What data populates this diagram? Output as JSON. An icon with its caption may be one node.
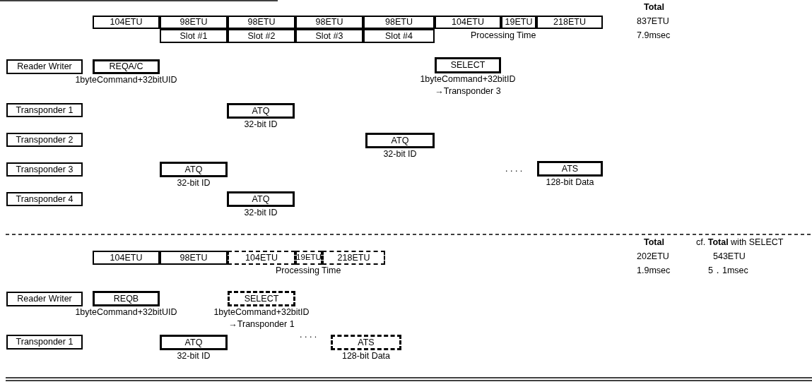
{
  "diagram": {
    "nodes": [
      {
        "text": [
          "104ETU"
        ]
      },
      {
        "text": [
          "98ETU"
        ]
      },
      {
        "text": [
          "98ETU"
        ]
      },
      {
        "text": [
          "98ETU"
        ]
      },
      {
        "text": [
          "98ETU"
        ]
      },
      {
        "text": [
          "104ETU"
        ]
      },
      {
        "text": [
          "19ETU"
        ]
      },
      {
        "text": [
          "218ETU"
        ]
      },
      {
        "text": [
          "Slot #1"
        ]
      },
      {
        "text": [
          "Slot #2"
        ]
      },
      {
        "text": [
          "Slot #3"
        ]
      },
      {
        "text": [
          "Slot #4"
        ]
      },
      {
        "text": [
          "Reader Writer"
        ]
      },
      {
        "text": [
          "REQA/C"
        ],
        "beside": [
          "1byteCommand+32bitUID"
        ]
      },
      {
        "text": [
          "SELECT"
        ],
        "beside": [
          "1byteCommand+32bitID",
          "→Transponder 3"
        ]
      },
      {
        "text": [
          "Transponder 1"
        ]
      },
      {
        "text": [
          "ATQ"
        ],
        "beside": [
          "32-bit ID"
        ]
      },
      {
        "text": [
          "Transponder 2"
        ]
      },
      {
        "text": [
          "ATQ"
        ],
        "beside": [
          "32-bit ID"
        ]
      },
      {
        "text": [
          "Transponder 3"
        ]
      },
      {
        "text": [
          "ATQ"
        ],
        "beside": [
          "32-bit ID"
        ]
      },
      {
        "text": [
          "ATS"
        ],
        "beside": [
          "128-bit Data"
        ]
      },
      {
        "text": [
          "Transponder 4"
        ]
      },
      {
        "text": [
          "ATQ"
        ],
        "beside": [
          "32-bit ID"
        ]
      },
      {
        "text": [
          "104ETU"
        ]
      },
      {
        "text": [
          "98ETU"
        ]
      },
      {
        "text": [
          "104ETU"
        ]
      },
      {
        "text": [
          "19ETU"
        ]
      },
      {
        "text": [
          "218ETU"
        ]
      },
      {
        "text": [
          "Reader Writer"
        ]
      },
      {
        "text": [
          "REQB"
        ],
        "beside": [
          "1byteCommand+32bitUID"
        ]
      },
      {
        "text": [
          "SELECT"
        ],
        "beside": [
          "1byteCommand+32bitID",
          "→Transponder 1"
        ]
      },
      {
        "text": [
          "Transponder 1"
        ]
      },
      {
        "text": [
          "ATQ"
        ],
        "beside": [
          "32-bit ID"
        ]
      },
      {
        "text": [
          "ATS"
        ],
        "beside": [
          "128-bit Data"
        ]
      }
    ],
    "labels": [
      "Total",
      "837ETU",
      "Processing Time",
      "7.9msec",
      ". . . .",
      "Total",
      "cf. **Total** with SELECT",
      "202ETU",
      "543ETU",
      "Processing Time",
      "1.9msec",
      "5．1msec",
      ". . . ."
    ]
  }
}
